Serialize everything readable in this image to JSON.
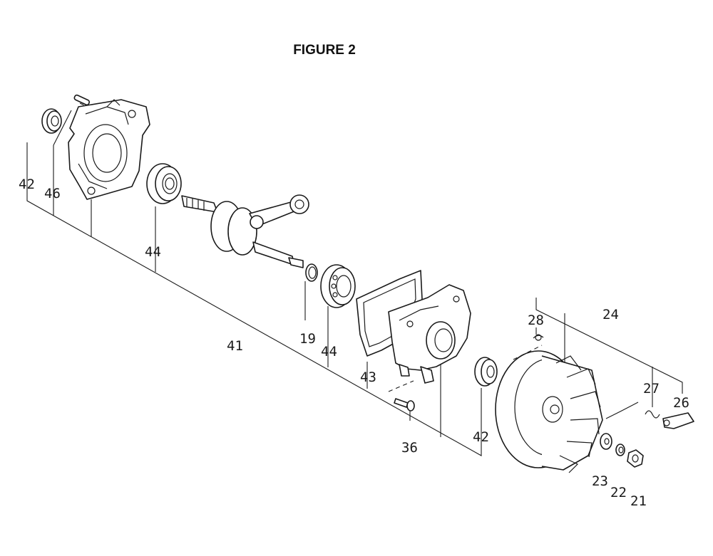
{
  "figure": {
    "title": "FIGURE 2"
  },
  "callouts": [
    {
      "key": "c42a",
      "label": "42"
    },
    {
      "key": "c46",
      "label": "46"
    },
    {
      "key": "c44a",
      "label": "44"
    },
    {
      "key": "c41",
      "label": "41"
    },
    {
      "key": "c19",
      "label": "19"
    },
    {
      "key": "c44b",
      "label": "44"
    },
    {
      "key": "c43",
      "label": "43"
    },
    {
      "key": "c36",
      "label": "36"
    },
    {
      "key": "c42b",
      "label": "42"
    },
    {
      "key": "c28",
      "label": "28"
    },
    {
      "key": "c24",
      "label": "24"
    },
    {
      "key": "c27",
      "label": "27"
    },
    {
      "key": "c26",
      "label": "26"
    },
    {
      "key": "c23",
      "label": "23"
    },
    {
      "key": "c22",
      "label": "22"
    },
    {
      "key": "c21",
      "label": "21"
    }
  ]
}
